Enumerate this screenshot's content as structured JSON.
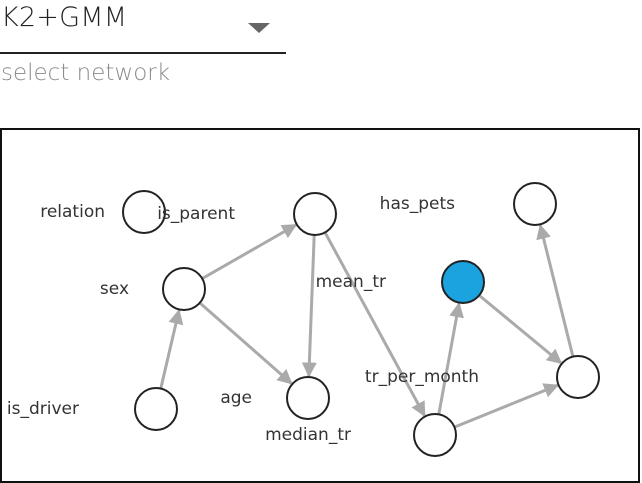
{
  "network_selector": {
    "value": "K2+GMM",
    "helper": "select network"
  },
  "graph": {
    "selected_color": "#1BA3DF",
    "selected_label_color": "#3FA5DC",
    "edge_color": "#AAAAAA",
    "nodes": [
      {
        "id": "relation",
        "label": "relation",
        "selected": false
      },
      {
        "id": "is_parent",
        "label": "is_parent",
        "selected": false
      },
      {
        "id": "has_pets",
        "label": "has_pets",
        "selected": false
      },
      {
        "id": "sex",
        "label": "sex",
        "selected": false
      },
      {
        "id": "mean_tr",
        "label": "mean_tr",
        "selected": true
      },
      {
        "id": "age",
        "label": "age",
        "selected": false
      },
      {
        "id": "is_driver",
        "label": "is_driver",
        "selected": false
      },
      {
        "id": "tr_per_month",
        "label": "tr_per_month",
        "selected": false
      },
      {
        "id": "median_tr",
        "label": "median_tr",
        "selected": false
      }
    ],
    "edges": [
      {
        "from": "is_driver",
        "to": "sex"
      },
      {
        "from": "sex",
        "to": "is_parent"
      },
      {
        "from": "sex",
        "to": "age"
      },
      {
        "from": "is_parent",
        "to": "age"
      },
      {
        "from": "is_parent",
        "to": "median_tr"
      },
      {
        "from": "median_tr",
        "to": "mean_tr"
      },
      {
        "from": "median_tr",
        "to": "tr_per_month"
      },
      {
        "from": "mean_tr",
        "to": "tr_per_month"
      },
      {
        "from": "tr_per_month",
        "to": "has_pets"
      }
    ]
  }
}
